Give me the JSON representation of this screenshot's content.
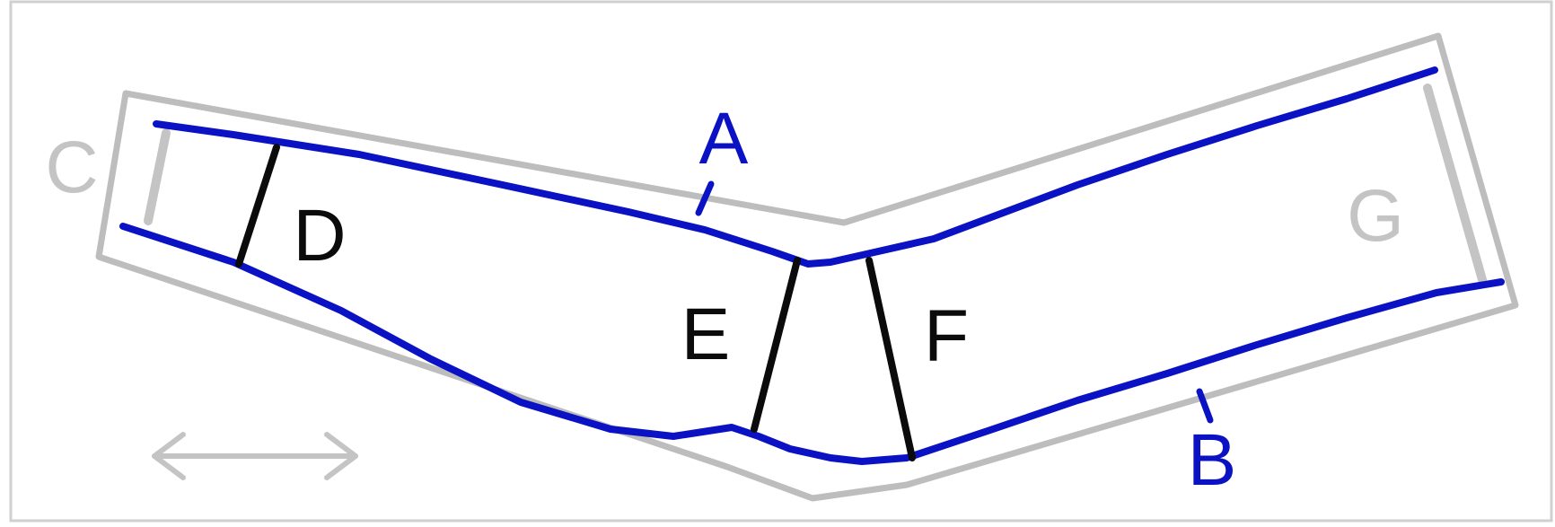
{
  "labels": {
    "A": "A",
    "B": "B",
    "C": "C",
    "D": "D",
    "E": "E",
    "F": "F",
    "G": "G"
  },
  "colors": {
    "blue": "#0a12c4",
    "black": "#0b0b0b",
    "gray": "#c4c4c4",
    "outline": "#bdbdbd",
    "frame": "#d0d0d0"
  },
  "icons": {
    "scale_arrow": "double-headed-arrow-icon"
  }
}
